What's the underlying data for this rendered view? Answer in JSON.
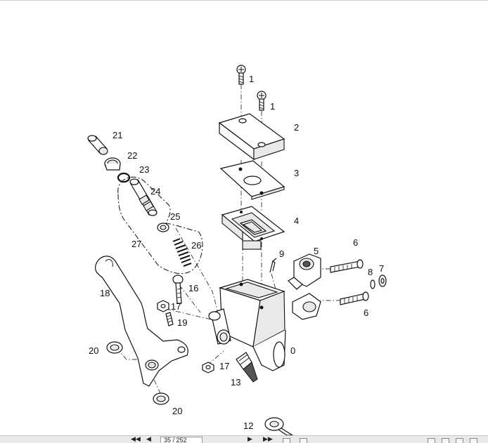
{
  "diagram": {
    "callouts": [
      "1",
      "1",
      "2",
      "3",
      "4",
      "5",
      "6",
      "6",
      "7",
      "8",
      "9",
      "0",
      "12",
      "13",
      "16",
      "17",
      "17",
      "18",
      "19",
      "20",
      "20",
      "21",
      "22",
      "23",
      "24",
      "25",
      "26",
      "27"
    ]
  },
  "toolbar": {
    "first_page_label": "◀◀",
    "prev_page_label": "◀",
    "page_value": "35 / 252",
    "next_page_label": "▶",
    "last_page_label": "▶▶"
  }
}
